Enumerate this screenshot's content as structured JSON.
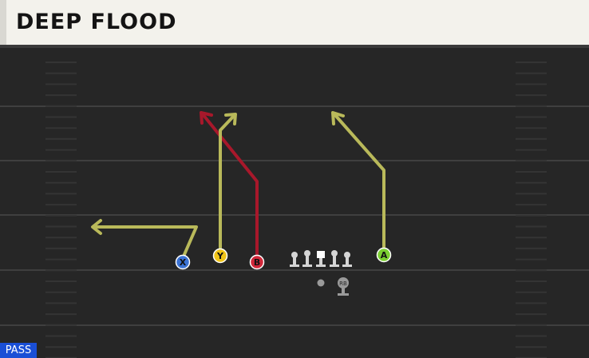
{
  "play": {
    "title": "DEEP FLOOD",
    "type_badge": "PASS"
  },
  "players": [
    {
      "label": "X",
      "color": "#3b73d4",
      "role": "wide-receiver"
    },
    {
      "label": "Y",
      "color": "#f0c419",
      "role": "tight-end"
    },
    {
      "label": "B",
      "color": "#d1283a",
      "role": "running-back"
    },
    {
      "label": "A",
      "color": "#7bcf32",
      "role": "slot-receiver"
    },
    {
      "label": "RB",
      "color": "#bfbfbf",
      "role": "halfback"
    }
  ],
  "colors": {
    "route_primary": "#b9b95a",
    "route_highlight": "#a8182b",
    "field": "#262626",
    "yard_line": "#3f3f3f"
  },
  "icons": {
    "lineman": "lineman-icon",
    "center": "center-icon",
    "quarterback": "quarterback-dot-icon",
    "halfback": "halfback-icon"
  }
}
